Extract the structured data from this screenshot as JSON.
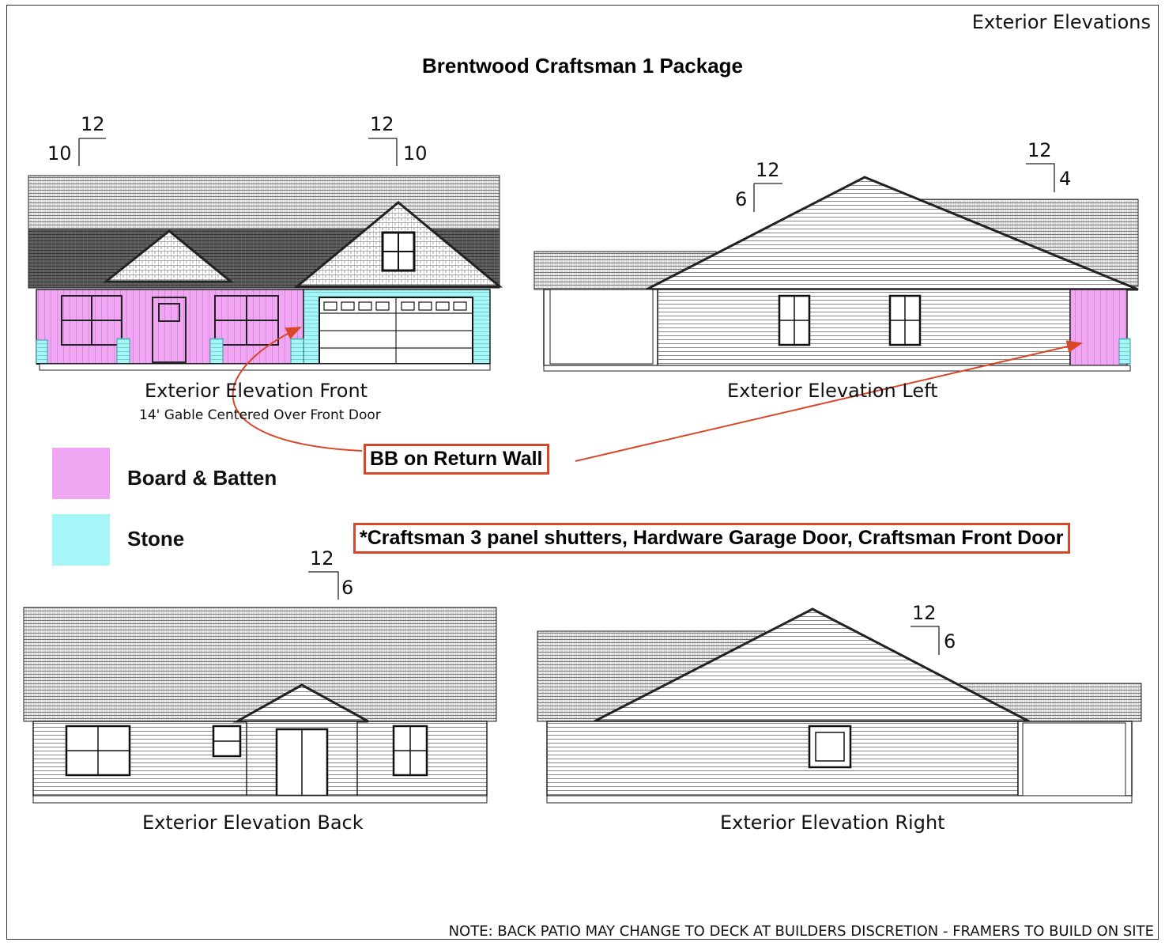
{
  "sheet_title": "Exterior Elevations",
  "package_title": "Brentwood Craftsman 1 Package",
  "elevations": {
    "front": {
      "caption": "Exterior Elevation Front",
      "subcaption": "14' Gable Centered Over Front Door",
      "pitch_left": {
        "rise": "10",
        "run": "12"
      },
      "pitch_right": {
        "rise": "10",
        "run": "12"
      }
    },
    "left": {
      "caption": "Exterior Elevation Left",
      "pitch_left": {
        "rise": "6",
        "run": "12"
      },
      "pitch_right": {
        "rise": "4",
        "run": "12"
      }
    },
    "back": {
      "caption": "Exterior Elevation Back",
      "pitch": {
        "rise": "6",
        "run": "12"
      }
    },
    "right": {
      "caption": "Exterior Elevation Right",
      "pitch": {
        "rise": "6",
        "run": "12"
      }
    }
  },
  "legend": [
    {
      "label": "Board & Batten",
      "color": "#f0a6f2"
    },
    {
      "label": "Stone",
      "color": "#a6f6f8"
    }
  ],
  "callouts": {
    "return_wall": "BB on Return Wall",
    "features": "*Craftsman 3 panel shutters, Hardware Garage Door, Craftsman Front Door"
  },
  "colors": {
    "arrow": "#d9472a",
    "line": "#222222",
    "shingle": "#6a6a6a"
  },
  "note": "NOTE: BACK PATIO MAY CHANGE TO DECK AT BUILDERS DISCRETION - FRAMERS TO BUILD ON SITE"
}
